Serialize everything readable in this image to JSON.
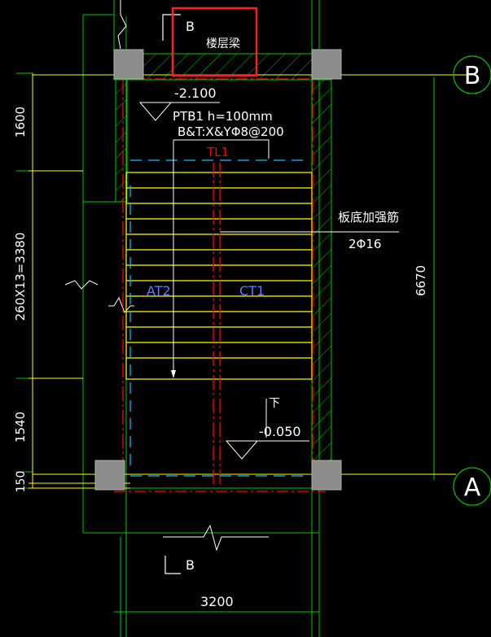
{
  "drawing": {
    "section_mark_top": "B",
    "section_mark_bottom": "B",
    "highlighted_label": "楼层梁",
    "axis_top": "B",
    "axis_bottom": "A",
    "elev_top": "-2.100",
    "slab_spec": "PTB1 h=100mm",
    "rebar_spec": "B&T:X&YΦ8@200",
    "beam_label": "TL1",
    "note_reinf": "板底加强筋",
    "note_reinf_value": "2Φ16",
    "stair_left": "AT2",
    "stair_right": "CT1",
    "down_mark": "下",
    "elev_bottom": "-0.050",
    "dim_1600": "1600",
    "dim_steps": "260X13=3380",
    "dim_1540": "1540",
    "dim_150": "150",
    "dim_total": "6670",
    "dim_width": "3200"
  },
  "colors": {
    "background": "#000000",
    "green": "#00c800",
    "yellow": "#ffff00",
    "white": "#ffffff",
    "red": "#ff0000",
    "cyan": "#00c8ff",
    "blue": "#5a7dff",
    "grey_column": "#8c8c8c",
    "highlight_box": "#ff1e1e"
  }
}
